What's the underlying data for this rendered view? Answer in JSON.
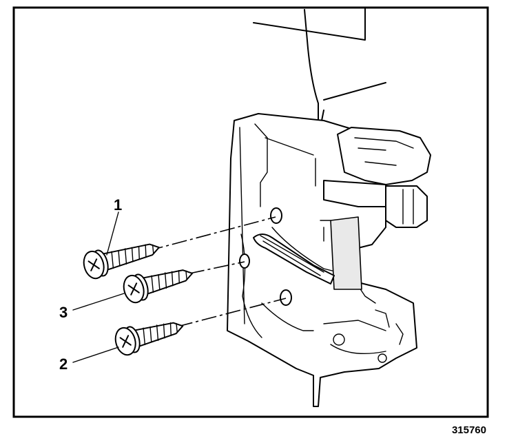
{
  "figure": {
    "id_number": "315760",
    "callouts": [
      {
        "label": "1",
        "part": "screw-1"
      },
      {
        "label": "3",
        "part": "screw-3"
      },
      {
        "label": "2",
        "part": "screw-2"
      }
    ],
    "colors": {
      "line": "#000000",
      "background": "#ffffff"
    }
  }
}
